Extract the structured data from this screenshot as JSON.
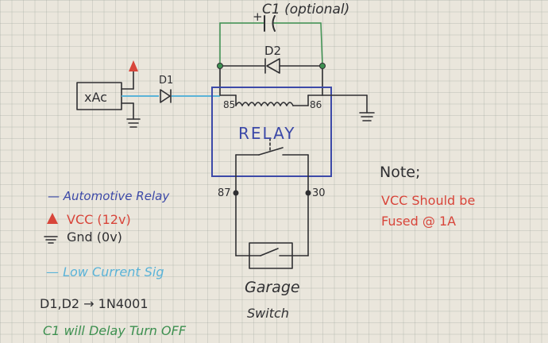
{
  "colors": {
    "ink": "#2f2f32",
    "blue": "#3c49a8",
    "green": "#3d9050",
    "red": "#d8453a",
    "cyan": "#5ab3d8"
  },
  "circuit": {
    "capacitor_label": "C1 (optional)",
    "capacitor_plus": "+",
    "diode2_label": "D2",
    "diode1_label": "D1",
    "source_label": "xAc",
    "relay_label": "RELAY",
    "pin85": "85",
    "pin86": "86",
    "pin87": "87",
    "pin30": "30",
    "switch_label_line1": "Garage",
    "switch_label_line2": "Switch"
  },
  "legend": {
    "automotive_relay": "— Automotive Relay",
    "vcc": "VCC (12v)",
    "gnd": "Gnd (0v)",
    "low_current": "— Low Current Sig",
    "diodes": "D1,D2 → 1N4001",
    "c1_note": "C1 will Delay Turn OFF"
  },
  "note": {
    "title": "Note;",
    "line1": "VCC Should be",
    "line2": "Fused @ 1A"
  }
}
